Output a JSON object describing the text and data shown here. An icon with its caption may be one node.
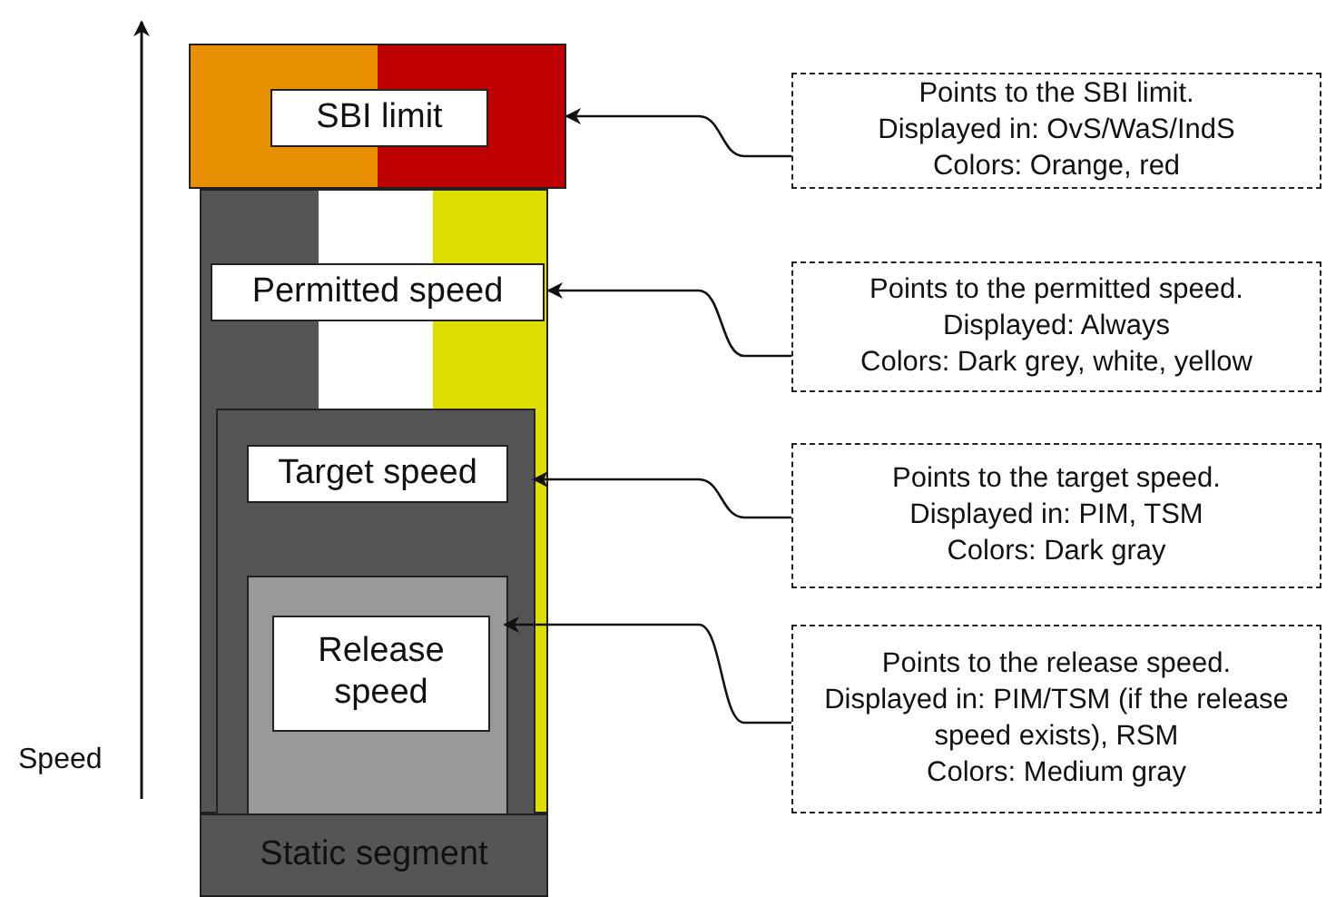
{
  "diagram": {
    "nodes": [
      {
        "text": [
          "SBI limit"
        ]
      },
      {
        "text": [
          "Permitted speed"
        ]
      },
      {
        "text": [
          "Target speed"
        ],
        "in": 1
      },
      {
        "text": [
          "Release speed"
        ],
        "in": 2
      },
      {
        "text": [
          "Static segment"
        ]
      },
      {
        "text": [
          "Points to the SBI limit.",
          "Displayed in: OvS/WaS/IndS",
          "Colors: Orange, red"
        ]
      },
      {
        "text": [
          "Points to the permitted speed.",
          "Displayed: Always",
          "Colors: Dark grey, white, yellow"
        ]
      },
      {
        "text": [
          "Points to the target speed.",
          "Displayed in: PIM, TSM",
          "Colors: Dark gray"
        ]
      },
      {
        "text": [
          "Points to the release speed.",
          "Displayed in: PIM/TSM (if the release speed exists), RSM",
          "Colors: Medium gray"
        ]
      }
    ],
    "edges": [
      {
        "from": 5,
        "to": 0,
        "arrow": "to"
      },
      {
        "from": 6,
        "to": 1,
        "arrow": "to"
      },
      {
        "from": 7,
        "to": 2,
        "arrow": "to"
      },
      {
        "from": 8,
        "to": 3,
        "arrow": "to"
      }
    ],
    "labels": [
      "Speed"
    ]
  }
}
